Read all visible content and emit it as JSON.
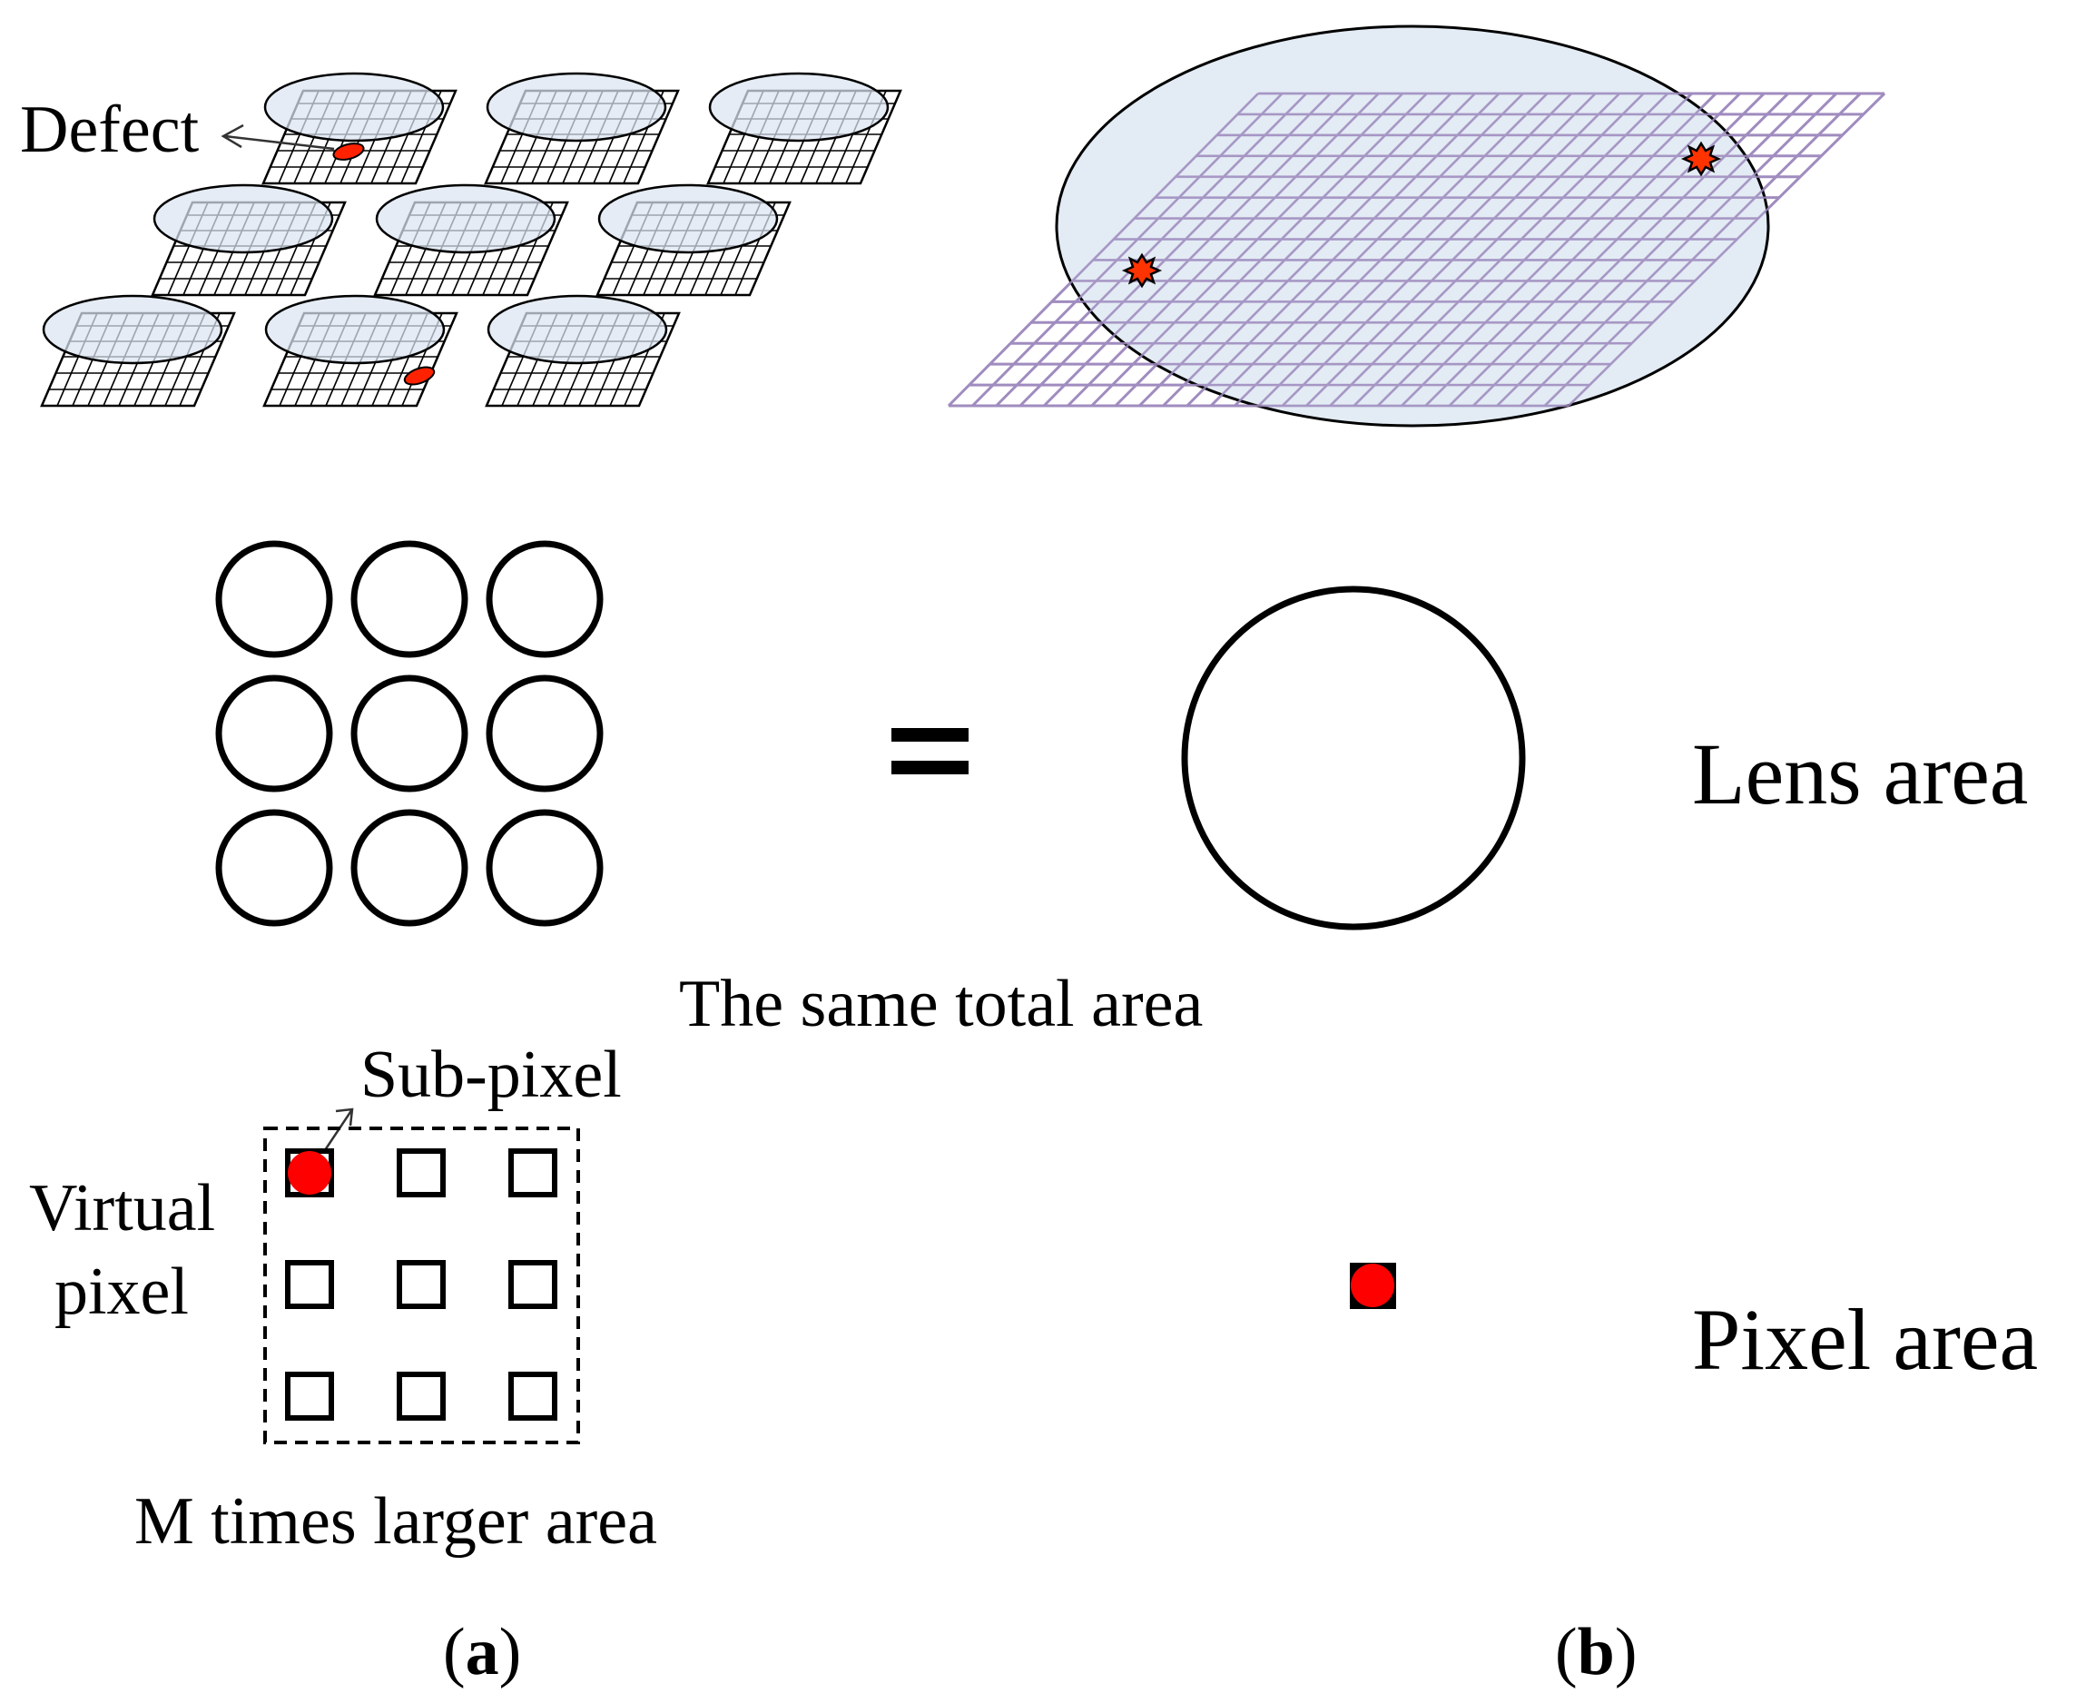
{
  "labels": {
    "defect": "Defect",
    "lens_area": "Lens area",
    "same_total_area": "The same total area",
    "sub_pixel": "Sub-pixel",
    "virtual_pixel_line1": "Virtual",
    "virtual_pixel_line2": "pixel",
    "pixel_area": "Pixel area",
    "m_times_larger": "M times larger area",
    "panel_a": "a",
    "panel_b": "b",
    "paren_open": "(",
    "paren_close": ")"
  },
  "colors": {
    "lens_fill": "#dbe5f1",
    "grid_black": "#000000",
    "grid_purple": "#a08cbf",
    "defect_red": "#ff0000",
    "defect_orange_red": "#ff3300"
  },
  "icons": {
    "defect": "starburst-defect-icon",
    "equals": "equals-sign-icon"
  }
}
